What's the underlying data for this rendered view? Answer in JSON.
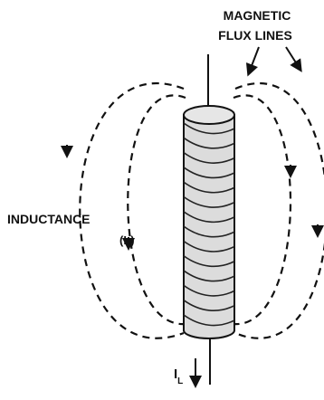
{
  "labels": {
    "flux_line1": "MAGNETIC",
    "flux_line2": "FLUX LINES",
    "inductance": "INDUCTANCE",
    "symbol": "(L)",
    "current_main": "I",
    "current_sub": "L"
  },
  "coil": {
    "turns": 14,
    "body_color": "#dcdcdc",
    "wire_color": "#222222"
  },
  "flux_lines": {
    "count_per_side": 2,
    "style": "dashed",
    "color": "#111111"
  }
}
